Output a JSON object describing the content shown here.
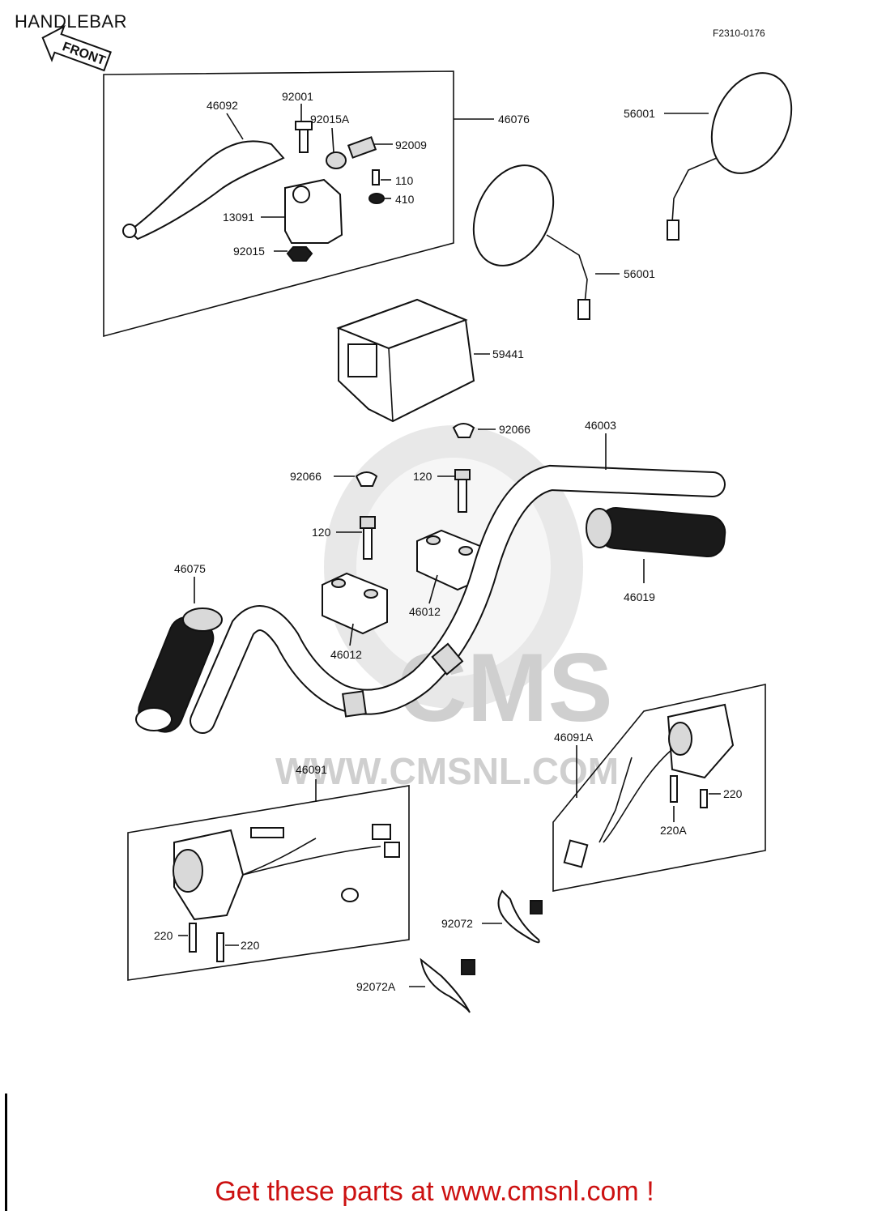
{
  "diagram": {
    "title": "HANDLEBAR",
    "drawing_code": "F2310-0176",
    "front_arrow_label": "FRONT",
    "watermark": {
      "logo_text": "CMS",
      "url_text": "WWW.CMSNL.COM"
    },
    "footer_text": "Get these parts at www.cmsnl.com !",
    "parts": [
      {
        "id": "p46092",
        "label": "46092"
      },
      {
        "id": "p92001",
        "label": "92001"
      },
      {
        "id": "p92015A",
        "label": "92015A"
      },
      {
        "id": "p92009",
        "label": "92009"
      },
      {
        "id": "p46076",
        "label": "46076"
      },
      {
        "id": "p110",
        "label": "110"
      },
      {
        "id": "p410",
        "label": "410"
      },
      {
        "id": "p13091",
        "label": "13091"
      },
      {
        "id": "p92015",
        "label": "92015"
      },
      {
        "id": "p56001a",
        "label": "56001"
      },
      {
        "id": "p56001b",
        "label": "56001"
      },
      {
        "id": "p59441",
        "label": "59441"
      },
      {
        "id": "p92066a",
        "label": "92066"
      },
      {
        "id": "p46003",
        "label": "46003"
      },
      {
        "id": "p92066b",
        "label": "92066"
      },
      {
        "id": "p120a",
        "label": "120"
      },
      {
        "id": "p120b",
        "label": "120"
      },
      {
        "id": "p46075",
        "label": "46075"
      },
      {
        "id": "p46012a",
        "label": "46012"
      },
      {
        "id": "p46012b",
        "label": "46012"
      },
      {
        "id": "p46019",
        "label": "46019"
      },
      {
        "id": "p46091A",
        "label": "46091A"
      },
      {
        "id": "p220a",
        "label": "220"
      },
      {
        "id": "p220A",
        "label": "220A"
      },
      {
        "id": "p46091",
        "label": "46091"
      },
      {
        "id": "p220b",
        "label": "220"
      },
      {
        "id": "p220c",
        "label": "220"
      },
      {
        "id": "p92072",
        "label": "92072"
      },
      {
        "id": "p92072A",
        "label": "92072A"
      }
    ]
  }
}
